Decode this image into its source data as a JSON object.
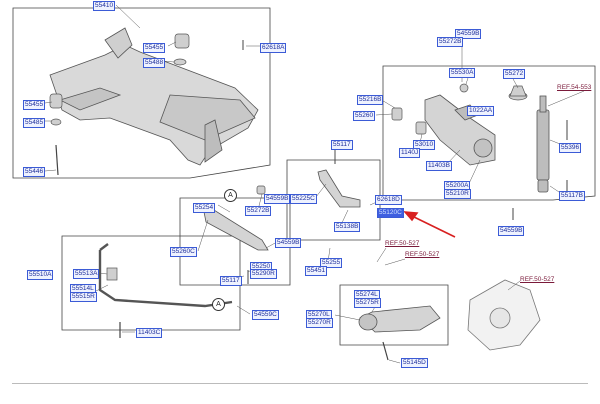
{
  "diagram": {
    "parts": {
      "p55410": "55410",
      "p55455a": "55455",
      "p55488": "55488",
      "p62618A": "62618A",
      "p55455b": "55455",
      "p55485": "55485",
      "p55446": "55446",
      "p54559B_top": "54559B",
      "p55272B_top": "55272B",
      "p55530A": "55530A",
      "p55272": "55272",
      "p55216B": "55216B",
      "p1022AA": "1022AA",
      "p55260": "55260",
      "p55117_top": "55117",
      "p53010": "53010",
      "p1140J": "1140J",
      "p11403B": "11403B",
      "p55200A": "55200A",
      "p55210R": "55210R",
      "p55396": "55396",
      "p55117B": "55117B",
      "p54559B_right": "54559B",
      "p55225C": "55225C",
      "p62618D": "62618D",
      "p55120C": "55120C",
      "p55138B": "55138B",
      "p55254": "55254",
      "p55272B_mid": "55272B",
      "p54559B_mid": "54559B",
      "p55260C": "55260C",
      "p54559B_lowmid": "54559B",
      "p55250": "55250",
      "p55290R": "55290R",
      "p55117_mid": "55117",
      "p55255": "55255",
      "p55451": "55451",
      "p55510A": "55510A",
      "p55513A": "55513A",
      "p55514L": "55514L",
      "p55515R": "55515R",
      "p11403C": "11403C",
      "p54559C": "54559C",
      "p55274L": "55274L",
      "p55275R": "55275R",
      "p55270L": "55270L",
      "p55270R": "55270R",
      "p55145D": "55145D"
    },
    "refs": {
      "ref_54_553": "REF.54-553",
      "ref_50_527_a": "REF.50-527",
      "ref_50_527_b": "REF.50-527",
      "ref_50_527_c": "REF.50-527"
    },
    "callouts": {
      "a1": "A",
      "a2": "A"
    },
    "colors": {
      "label_border": "#3b5bd6",
      "label_text": "#1f2f9a",
      "ref_text": "#7a1a3a",
      "pointer_arrow": "#d82020",
      "line": "#444444"
    }
  }
}
